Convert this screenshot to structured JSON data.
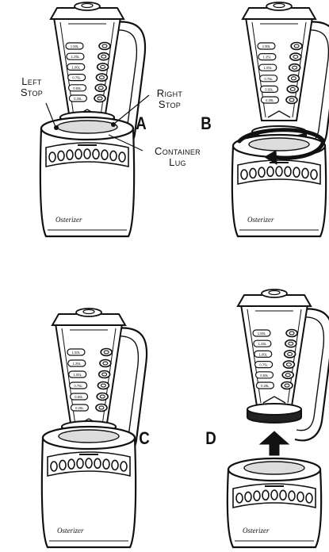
{
  "labels": {
    "left_stop": [
      "Left",
      "Stop"
    ],
    "right_stop": [
      "Right",
      "Stop"
    ],
    "container_lug": [
      "Container",
      "Lug"
    ]
  },
  "panels": [
    "A",
    "B",
    "C",
    "D"
  ],
  "jar_marks": [
    "1.50L",
    "1.25L",
    "1.00L",
    "0.75L",
    "0.50L",
    "0.25L"
  ],
  "brand": "Osterizer",
  "colors": {
    "line": "#111111",
    "fill": "#ffffff",
    "shade": "#dcdcdc",
    "dark": "#222222"
  },
  "icons": {
    "rotate": "curved-arrow-icon",
    "lift": "up-arrow-icon"
  }
}
